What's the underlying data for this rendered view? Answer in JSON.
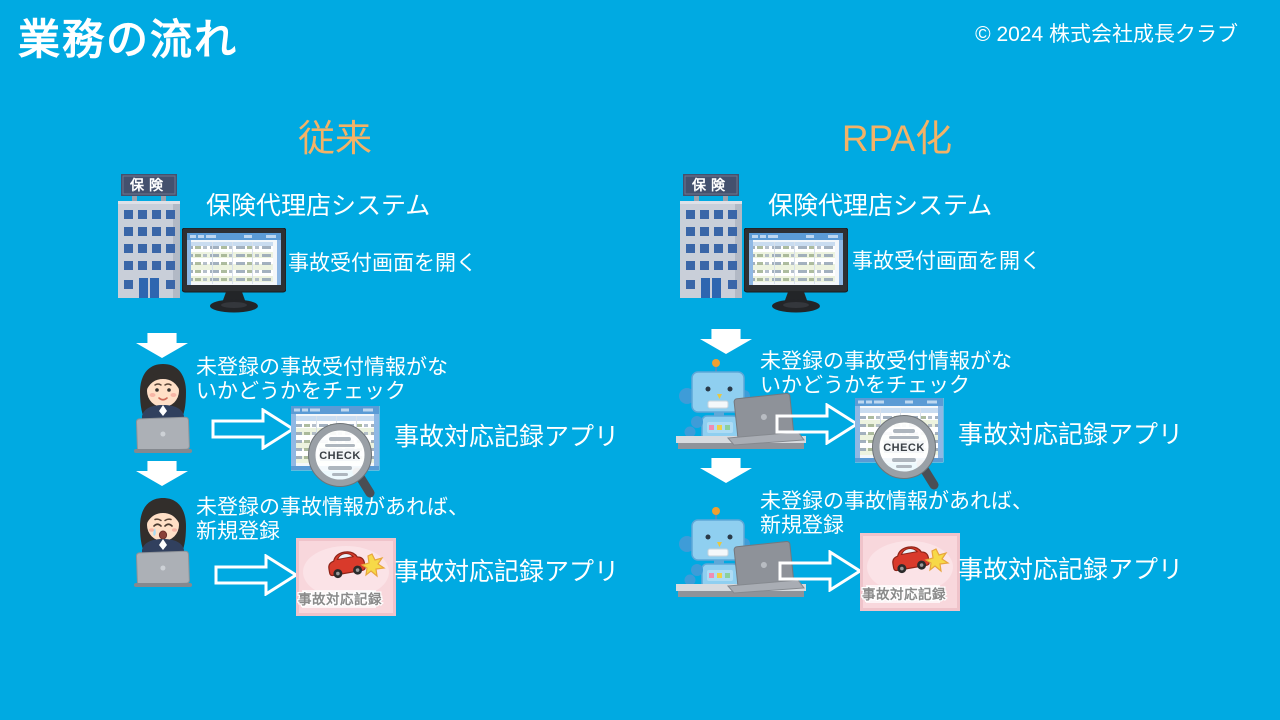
{
  "slide": {
    "title": "業務の流れ",
    "copyright": "© 2024 株式会社成長クラブ"
  },
  "columns": [
    {
      "header": "従来"
    },
    {
      "header": "RPA化"
    }
  ],
  "flow": {
    "system_title": "保険代理店システム",
    "system_action": "事故受付画面を開く",
    "check_line1": "未登録の事故受付情報がな",
    "check_line2": "いかどうかをチェック",
    "register_line1": "未登録の事故情報があれば、",
    "register_line2": "新規登録",
    "app_name": "事故対応記録アプリ"
  },
  "icons": {
    "building_sign": "保険",
    "magnifier_label": "CHECK",
    "app_icon_label": "事故対応記録"
  },
  "colors": {
    "background": "#00AAE2",
    "heading_orange": "#F4B266",
    "text_white": "#FFFFFF",
    "window_chrome_blue": "#5B9BD5",
    "app_icon_pink": "#F8D7DC"
  }
}
